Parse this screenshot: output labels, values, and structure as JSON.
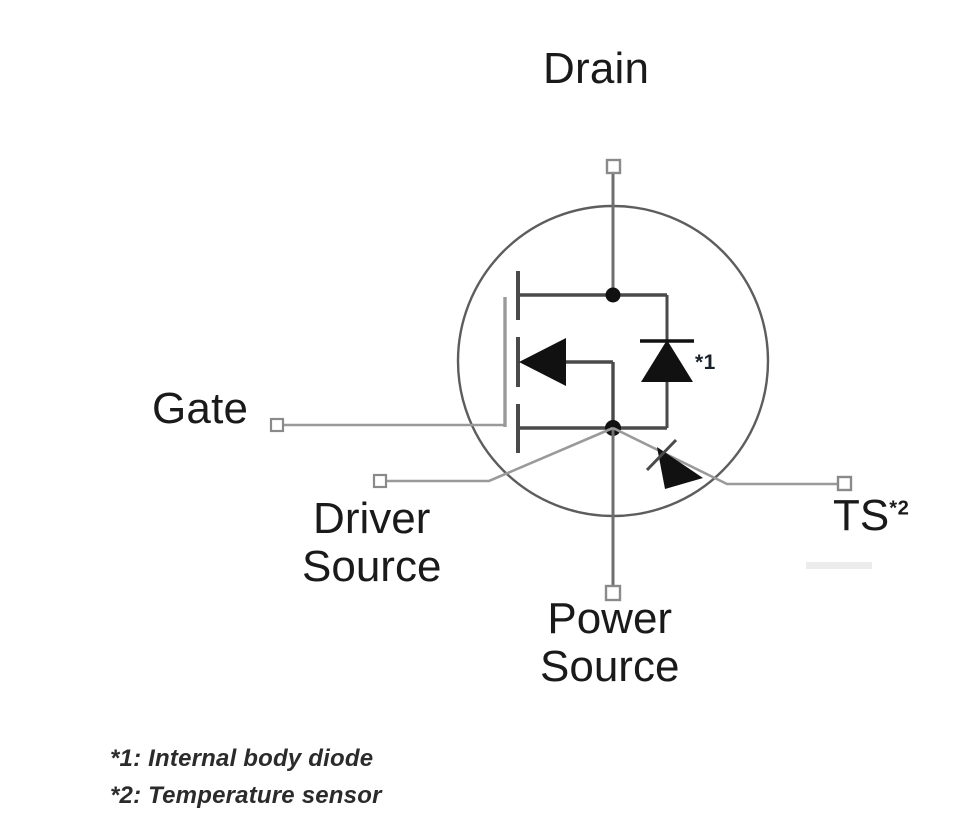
{
  "diagram": {
    "title_label": "Drain",
    "terminals": {
      "drain": "Drain",
      "gate": "Gate",
      "driver_source_line1": "Driver",
      "driver_source_line2": "Source",
      "power_source_line1": "Power",
      "power_source_line2": "Source",
      "temperature_sensor": "TS",
      "temperature_sensor_superscript": "*2"
    },
    "annotations": {
      "body_diode_marker": "*1"
    },
    "footnotes": [
      "*1: Internal body diode",
      "*2: Temperature sensor"
    ],
    "colors": {
      "wire": "#6f6f6f",
      "device_body": "#4a4a4a",
      "circle_outline": "#5a5a5a",
      "fill_black": "#111111",
      "text": "#1a1a1a",
      "background": "#ffffff"
    },
    "symbols": {
      "package_outline": "mosfet-circle",
      "device": "n-channel-power-mosfet",
      "internal_diode": "body-diode",
      "sensor_diode": "temperature-sensor-diode"
    }
  }
}
